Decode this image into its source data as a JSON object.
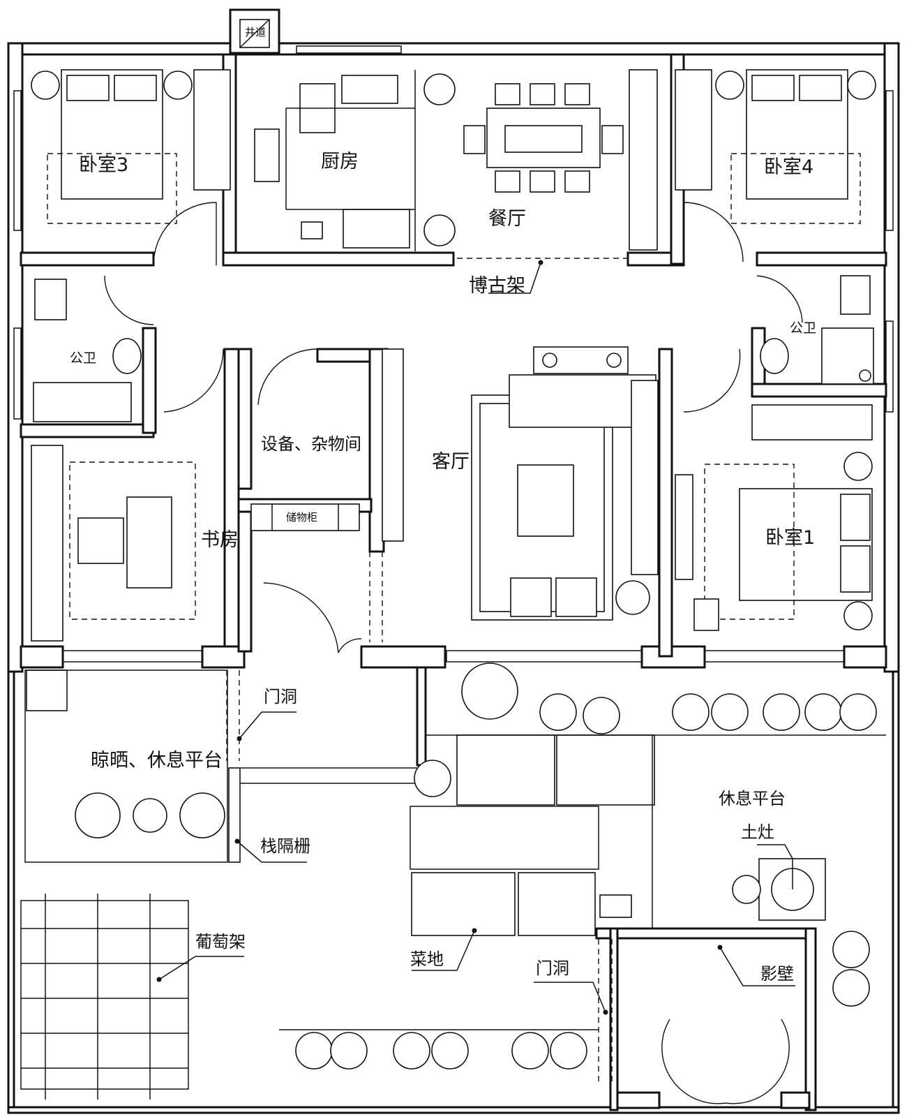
{
  "labels": {
    "shaft": "井道",
    "bedroom3": "卧室3",
    "kitchen": "厨房",
    "dining": "餐厅",
    "bedroom4": "卧室4",
    "bogu_shelf": "博古架",
    "bath_left": "公卫",
    "bath_right": "公卫",
    "equipment_room": "设备、杂物间",
    "living_room": "客厅",
    "storage_cabinet": "储物柜",
    "study": "书房",
    "bedroom1": "卧室1",
    "doorway_top": "门洞",
    "drying_platform": "晾晒、休息平台",
    "trellis_fence": "栈隔栅",
    "rest_platform": "休息平台",
    "earth_stove": "土灶",
    "grape_trellis": "葡萄架",
    "vegetable_plot": "菜地",
    "doorway_bottom": "门洞",
    "screen_wall": "影壁"
  },
  "colors": {
    "line": "#111111",
    "background": "#ffffff"
  }
}
